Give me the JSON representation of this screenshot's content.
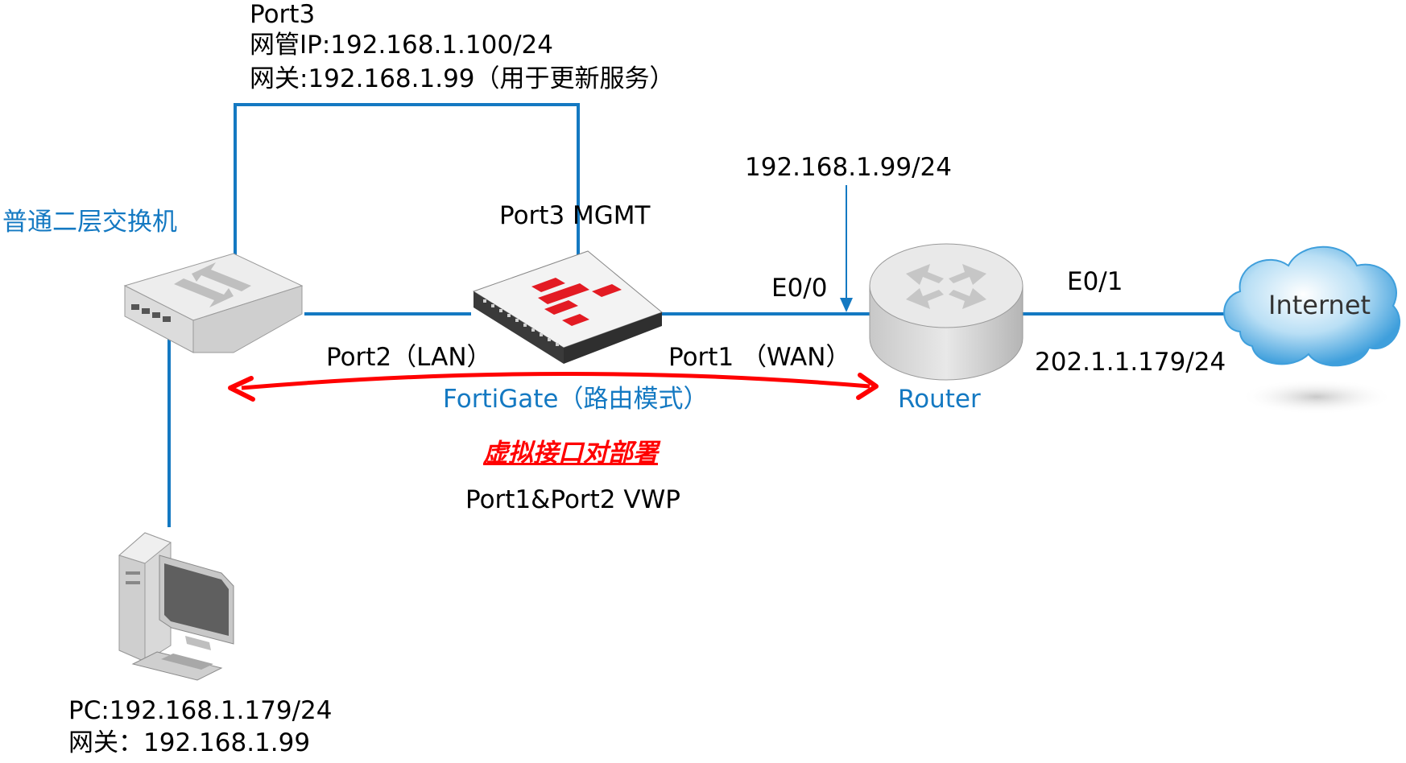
{
  "mgmt_port": {
    "label": "Port3",
    "mgmt_ip": "网管IP:192.168.1.100/24",
    "gateway": "网关:192.168.1.99（用于更新服务）"
  },
  "switch": {
    "label": "普通二层交换机"
  },
  "fortigate": {
    "label": "FortiGate（路由模式）",
    "mgmt_port_label": "Port3 MGMT",
    "lan_port_label": "Port2（LAN）",
    "wan_port_label": "Port1 （WAN）"
  },
  "router": {
    "label": "Router",
    "inside_ip": "192.168.1.99/24",
    "e00_label": "E0/0",
    "e01_label": "E0/1",
    "outside_ip": "202.1.1.179/24"
  },
  "internet": {
    "label": "Internet"
  },
  "deployment": {
    "title": "虚拟接口对部署",
    "subtitle": "Port1&Port2 VWP"
  },
  "pc": {
    "ip": "PC:192.168.1.179/24",
    "gateway": "网关：192.168.1.99"
  },
  "colors": {
    "link": "#1479c2",
    "label_blue": "#1479c2",
    "arrow_red": "#ff0000",
    "fortinet_red": "#e31b23"
  }
}
